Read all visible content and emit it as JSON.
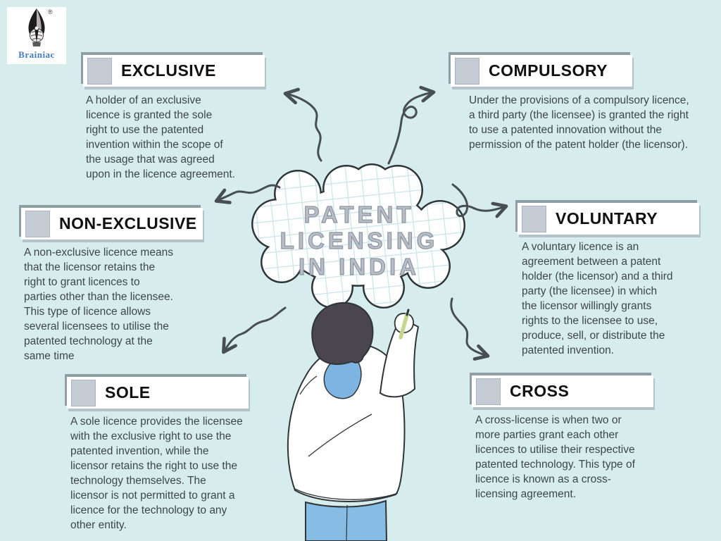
{
  "infographic": {
    "title": "PATENT\nLICENSING\nIN INDIA"
  },
  "logo": {
    "brand": "Brainiac",
    "registered_mark": "®"
  },
  "sections": [
    {
      "label": "EXCLUSIVE",
      "desc": "A holder of an exclusive\nlicence is granted the sole\nright to use the patented\ninvention within the scope of\nthe usage that was agreed\nupon in the licence agreement."
    },
    {
      "label": "COMPULSORY",
      "desc": "Under the provisions of a compulsory licence,\na third party (the licensee) is granted the right\nto use a patented innovation without the\npermission of the patent holder (the licensor)."
    },
    {
      "label": "NON-EXCLUSIVE",
      "desc": "A non-exclusive licence means\nthat the licensor retains the\nright to grant licences to\nparties other than the licensee.\nThis type of licence allows\nseveral licensees to utilise the\npatented technology at the\nsame time"
    },
    {
      "label": "VOLUNTARY",
      "desc": "A voluntary licence is an\nagreement between a patent\nholder (the licensor) and a third\nparty (the licensee) in which\nthe licensor willingly grants\nrights to the licensee to use,\nproduce, sell, or distribute the\npatented invention."
    },
    {
      "label": "SOLE",
      "desc": "A sole licence provides the licensee\nwith the exclusive right to use the\npatented invention, while the\nlicensor retains the right to use the\ntechnology themselves. The\nlicensor is not permitted to grant a\nlicence for the technology to any\nother entity."
    },
    {
      "label": "CROSS",
      "desc": "A cross-license is when two or\nmore parties grant each other\nlicences to utilise their respective\npatented technology. This type of\nlicence is known as a cross-\nlicensing agreement."
    }
  ],
  "colors": {
    "background": "#d7eded",
    "card_background": "#ffffff",
    "accent_square": "#c6ccd6",
    "heading_text": "#101010",
    "body_text": "#3e4649",
    "title_fill": "#b7bec8",
    "title_outline": "#8d95a0",
    "arrow": "#474f52",
    "cloud_outline": "#2e3538",
    "cloud_grid": "#c8e4e8",
    "hood_lining": "#7db4e2",
    "pants": "#87bce5",
    "hair": "#4b4550",
    "pen": "#c6d68d",
    "brand_text": "#3f7dc2"
  }
}
